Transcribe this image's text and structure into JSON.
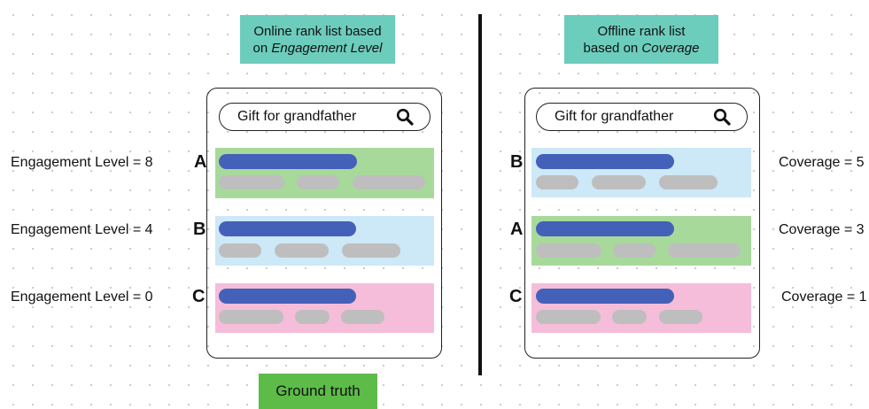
{
  "left": {
    "header_line1": "Online rank list based",
    "header_prefix": "on ",
    "header_emph": "Engagement Level",
    "search_query": "Gift for grandfather",
    "letters": [
      "A",
      "B",
      "C"
    ],
    "labels": [
      "Engagement Level = 8",
      "Engagement Level = 4",
      "Engagement Level = 0"
    ]
  },
  "right": {
    "header_line1": "Offline rank list",
    "header_prefix": "based on ",
    "header_emph": "Coverage",
    "search_query": "Gift for grandfather",
    "letters": [
      "B",
      "A",
      "C"
    ],
    "labels": [
      "Coverage = 5",
      "Coverage = 3",
      "Coverage = 1"
    ]
  },
  "footer": {
    "ground_truth": "Ground truth"
  },
  "icons": {
    "search": "search-icon"
  },
  "colors": {
    "header_teal": "#6ccdbd",
    "ground_truth_green": "#5dbb48",
    "row_green": "#a7d99b",
    "row_blue": "#cde8f7",
    "row_pink": "#f5bdd9",
    "title_bar": "#4361b8",
    "placeholder_pill": "#bebebe"
  }
}
